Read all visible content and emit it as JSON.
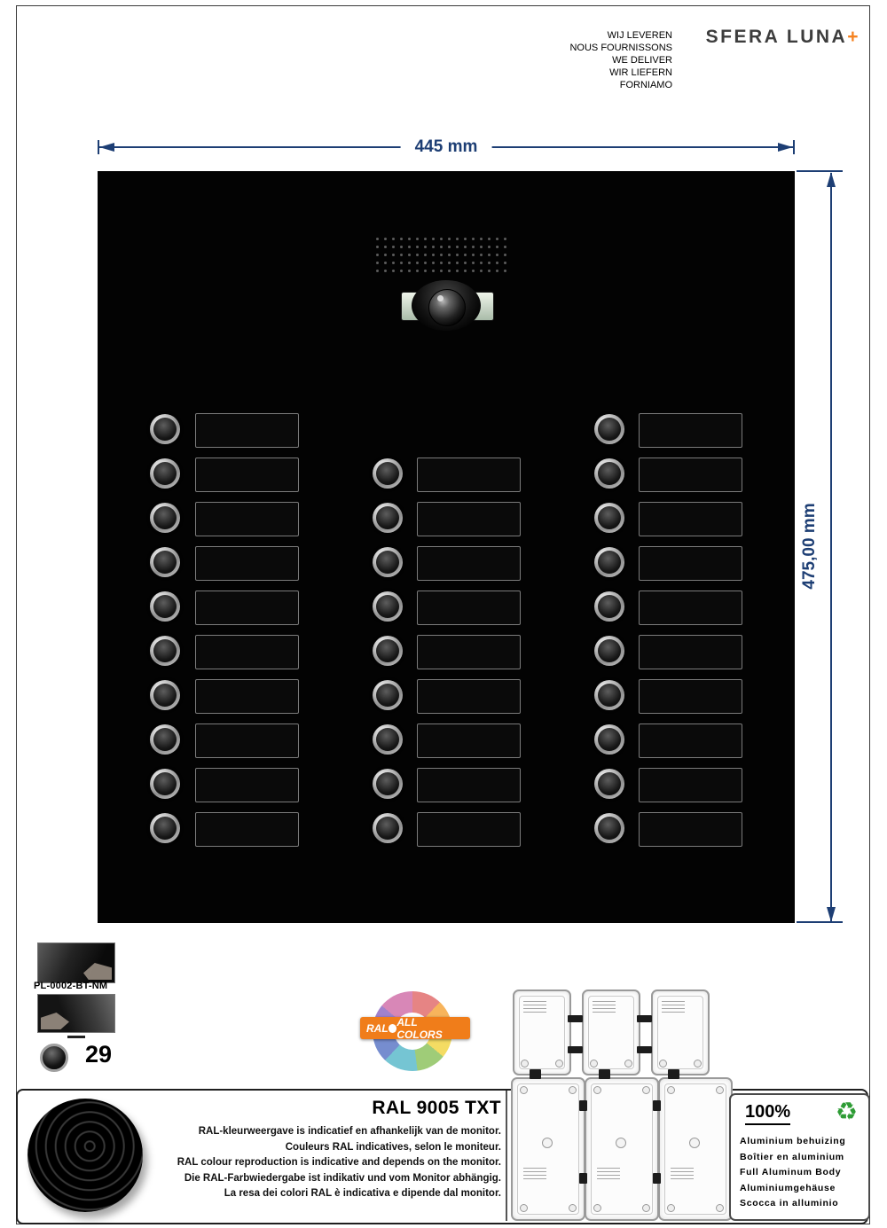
{
  "page": {
    "header": {
      "delivery_lines": [
        "WIJ LEVEREN",
        "NOUS FOURNISSONS",
        "WE DELIVER",
        "WIR LIEFERN",
        "FORNIAMO"
      ],
      "brand": "SFERA LUNA",
      "brand_suffix": "+"
    },
    "dimension_drawing": {
      "width_label": "445 mm",
      "height_label": "475,00 mm"
    },
    "panel": {
      "button_columns": [
        {
          "count": 10
        },
        {
          "count": 9
        },
        {
          "count": 10
        }
      ]
    },
    "accessories": {
      "part_code": "PL-0002-BT-NM",
      "button_count": "29"
    },
    "ral_all_colors": {
      "ral": "RAL",
      "all_colors": "ALL COLORS"
    },
    "footer": {
      "ral_code": "RAL 9005 TXT",
      "disclaimer_lines": [
        "RAL-kleurweergave is indicatief en afhankelijk van de monitor.",
        "Couleurs RAL indicatives, selon le moniteur.",
        "RAL colour reproduction is indicative and depends on the monitor.",
        "Die RAL-Farbwiedergabe ist indikativ und vom Monitor abhängig.",
        "La resa dei colori RAL è indicativa e dipende dal monitor."
      ],
      "recyclable": {
        "percent": "100%",
        "lines": [
          "Aluminium behuizing",
          "Boîtier en aluminium",
          "Full Aluminum Body",
          "Aluminiumgehäuse",
          "Scocca in alluminio"
        ]
      }
    },
    "colors": {
      "dimension_blue": "#1d3e74",
      "accent_orange": "#f07d1a",
      "recycle_green": "#2e9c35",
      "panel_black": "#030303"
    }
  }
}
